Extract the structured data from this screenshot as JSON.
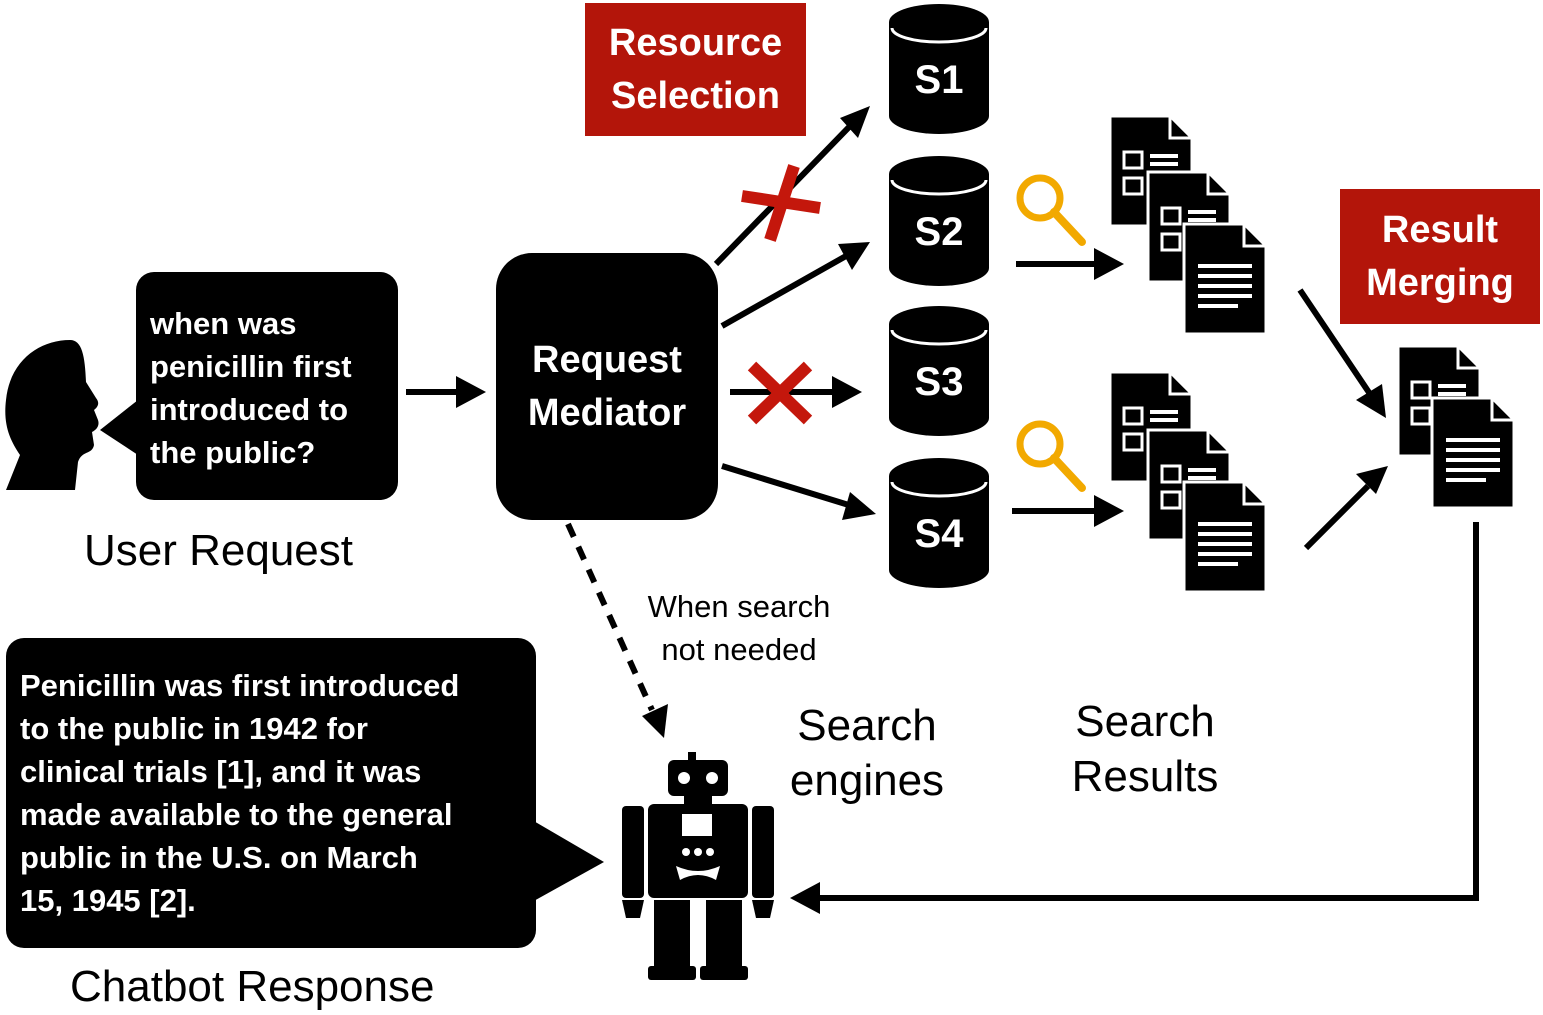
{
  "user_request": {
    "bubble_text": "when was penicillin first introduced to the public?",
    "bubble_lines": [
      "when was",
      "penicillin first",
      "introduced to",
      "the public?"
    ],
    "caption": "User Request"
  },
  "mediator": {
    "lines": [
      "Request",
      "Mediator"
    ]
  },
  "resource_selection": {
    "lines": [
      "Resource",
      "Selection"
    ]
  },
  "result_merging": {
    "lines": [
      "Result",
      "Merging"
    ]
  },
  "search_engines": {
    "items": [
      "S1",
      "S2",
      "S3",
      "S4"
    ],
    "caption_lines": [
      "Search",
      "engines"
    ]
  },
  "search_results": {
    "caption_lines": [
      "Search",
      "Results"
    ]
  },
  "bypass_note": {
    "lines": [
      "When search",
      "not needed"
    ]
  },
  "chatbot_response": {
    "bubble_lines": [
      "Penicillin was first introduced",
      "to the public in 1942 for",
      "clinical trials [1], and it was",
      "made available to the general",
      "public in the U.S. on March",
      "15, 1945 [2]."
    ],
    "caption": "Chatbot Response"
  },
  "colors": {
    "accent_red": "#b3150a",
    "magnifier": "#f2a900",
    "ink": "#000000"
  },
  "icons": [
    "user-head-icon",
    "database-icon",
    "document-stack-icon",
    "magnifier-icon",
    "robot-icon",
    "cross-mark-icon"
  ]
}
